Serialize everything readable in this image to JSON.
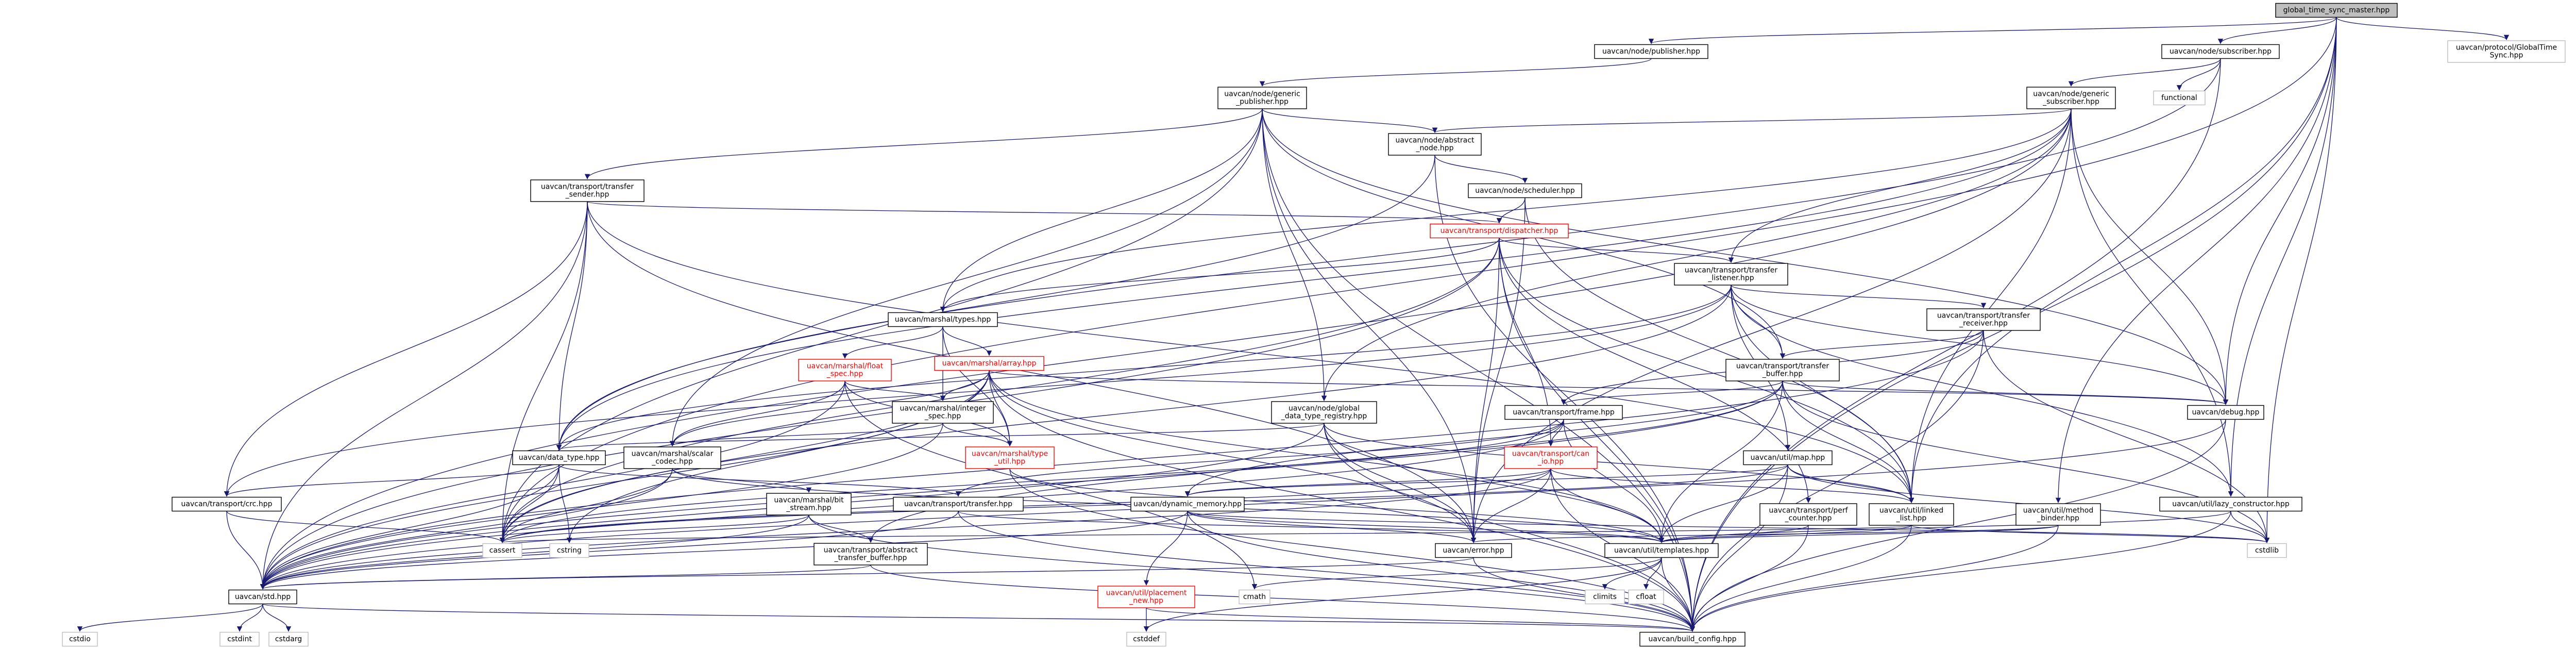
{
  "colors": {
    "edge": "#191970",
    "root_fill": "#bfbfbf",
    "truncated": "#ff0000",
    "library_border": "#bfbfbf"
  },
  "nodes": [
    {
      "id": "root",
      "label": "global_time_sync_master.hpp",
      "kind": "root"
    },
    {
      "id": "publisher",
      "label": "uavcan/node/publisher.hpp",
      "kind": "normal"
    },
    {
      "id": "subscriber",
      "label": "uavcan/node/subscriber.hpp",
      "kind": "normal"
    },
    {
      "id": "globaltimesync",
      "label": "uavcan/protocol/GlobalTime\nSync.hpp",
      "kind": "lib"
    },
    {
      "id": "genpub",
      "label": "uavcan/node/generic\n_publisher.hpp",
      "kind": "normal"
    },
    {
      "id": "functional",
      "label": "functional",
      "kind": "lib"
    },
    {
      "id": "gensub",
      "label": "uavcan/node/generic\n_subscriber.hpp",
      "kind": "normal"
    },
    {
      "id": "absnode",
      "label": "uavcan/node/abstract\n_node.hpp",
      "kind": "normal"
    },
    {
      "id": "tsender",
      "label": "uavcan/transport/transfer\n_sender.hpp",
      "kind": "normal"
    },
    {
      "id": "scheduler",
      "label": "uavcan/node/scheduler.hpp",
      "kind": "normal"
    },
    {
      "id": "dispatcher",
      "label": "uavcan/transport/dispatcher.hpp",
      "kind": "trunc"
    },
    {
      "id": "tlistener",
      "label": "uavcan/transport/transfer\n_listener.hpp",
      "kind": "normal"
    },
    {
      "id": "mtypes",
      "label": "uavcan/marshal/types.hpp",
      "kind": "normal"
    },
    {
      "id": "treceiver",
      "label": "uavcan/transport/transfer\n_receiver.hpp",
      "kind": "normal"
    },
    {
      "id": "mfloat",
      "label": "uavcan/marshal/float\n_spec.hpp",
      "kind": "trunc"
    },
    {
      "id": "marray",
      "label": "uavcan/marshal/array.hpp",
      "kind": "trunc"
    },
    {
      "id": "tbuffer",
      "label": "uavcan/transport/transfer\n_buffer.hpp",
      "kind": "normal"
    },
    {
      "id": "minteger",
      "label": "uavcan/marshal/integer\n_spec.hpp",
      "kind": "normal"
    },
    {
      "id": "gdtr",
      "label": "uavcan/node/global\n_data_type_registry.hpp",
      "kind": "normal"
    },
    {
      "id": "tframe",
      "label": "uavcan/transport/frame.hpp",
      "kind": "normal"
    },
    {
      "id": "debug",
      "label": "uavcan/debug.hpp",
      "kind": "normal"
    },
    {
      "id": "mtypeutil",
      "label": "uavcan/marshal/type\n_util.hpp",
      "kind": "trunc"
    },
    {
      "id": "datatype",
      "label": "uavcan/data_type.hpp",
      "kind": "normal"
    },
    {
      "id": "mscalar",
      "label": "uavcan/marshal/scalar\n_codec.hpp",
      "kind": "normal"
    },
    {
      "id": "tcan",
      "label": "uavcan/transport/can\n_io.hpp",
      "kind": "trunc"
    },
    {
      "id": "umap",
      "label": "uavcan/util/map.hpp",
      "kind": "normal"
    },
    {
      "id": "tcrc",
      "label": "uavcan/transport/crc.hpp",
      "kind": "normal"
    },
    {
      "id": "mbit",
      "label": "uavcan/marshal/bit\n_stream.hpp",
      "kind": "normal"
    },
    {
      "id": "ttransfer",
      "label": "uavcan/transport/transfer.hpp",
      "kind": "normal"
    },
    {
      "id": "dynmem",
      "label": "uavcan/dynamic_memory.hpp",
      "kind": "normal"
    },
    {
      "id": "tperf",
      "label": "uavcan/transport/perf\n_counter.hpp",
      "kind": "normal"
    },
    {
      "id": "linked",
      "label": "uavcan/util/linked\n_list.hpp",
      "kind": "normal"
    },
    {
      "id": "bridge",
      "label": "uavcan/util/method\n_binder.hpp",
      "kind": "normal"
    },
    {
      "id": "lazy",
      "label": "uavcan/util/lazy_constructor.hpp",
      "kind": "normal"
    },
    {
      "id": "tabuf",
      "label": "uavcan/transport/abstract\n_transfer_buffer.hpp",
      "kind": "normal"
    },
    {
      "id": "cassert",
      "label": "cassert",
      "kind": "lib"
    },
    {
      "id": "cstring",
      "label": "cstring",
      "kind": "lib"
    },
    {
      "id": "error",
      "label": "uavcan/error.hpp",
      "kind": "normal"
    },
    {
      "id": "templates",
      "label": "uavcan/util/templates.hpp",
      "kind": "normal"
    },
    {
      "id": "cstdlib",
      "label": "cstdlib",
      "kind": "lib"
    },
    {
      "id": "std",
      "label": "uavcan/std.hpp",
      "kind": "normal"
    },
    {
      "id": "placement",
      "label": "uavcan/util/placement\n_new.hpp",
      "kind": "trunc"
    },
    {
      "id": "cmath",
      "label": "cmath",
      "kind": "lib"
    },
    {
      "id": "climits",
      "label": "climits",
      "kind": "lib"
    },
    {
      "id": "cfloat",
      "label": "cfloat",
      "kind": "lib"
    },
    {
      "id": "cstdio",
      "label": "cstdio",
      "kind": "lib"
    },
    {
      "id": "cstdint",
      "label": "cstdint",
      "kind": "lib"
    },
    {
      "id": "cstdarg",
      "label": "cstdarg",
      "kind": "lib"
    },
    {
      "id": "cstddef",
      "label": "cstddef",
      "kind": "lib"
    },
    {
      "id": "buildcfg",
      "label": "uavcan/build_config.hpp",
      "kind": "normal"
    }
  ],
  "edges": [
    [
      "root",
      "publisher"
    ],
    [
      "root",
      "subscriber"
    ],
    [
      "root",
      "globaltimesync"
    ],
    [
      "root",
      "debug"
    ],
    [
      "root",
      "lazy"
    ],
    [
      "root",
      "bridge"
    ],
    [
      "root",
      "linked"
    ],
    [
      "root",
      "cstdlib"
    ],
    [
      "root",
      "buildcfg"
    ],
    [
      "root",
      "cassert"
    ],
    [
      "publisher",
      "genpub"
    ],
    [
      "subscriber",
      "gensub"
    ],
    [
      "subscriber",
      "functional"
    ],
    [
      "subscriber",
      "buildcfg"
    ],
    [
      "subscriber",
      "datatype"
    ],
    [
      "genpub",
      "absnode"
    ],
    [
      "genpub",
      "tsender"
    ],
    [
      "genpub",
      "mtypes"
    ],
    [
      "genpub",
      "gdtr"
    ],
    [
      "genpub",
      "debug"
    ],
    [
      "genpub",
      "tbuffer"
    ],
    [
      "genpub",
      "error"
    ],
    [
      "genpub",
      "mscalar"
    ],
    [
      "genpub",
      "cassert"
    ],
    [
      "genpub",
      "buildcfg"
    ],
    [
      "gensub",
      "absnode"
    ],
    [
      "gensub",
      "tlistener"
    ],
    [
      "gensub",
      "mtypes"
    ],
    [
      "gensub",
      "gdtr"
    ],
    [
      "gensub",
      "debug"
    ],
    [
      "gensub",
      "linked"
    ],
    [
      "gensub",
      "lazy"
    ],
    [
      "gensub",
      "error"
    ],
    [
      "gensub",
      "datatype"
    ],
    [
      "gensub",
      "std"
    ],
    [
      "absnode",
      "scheduler"
    ],
    [
      "absnode",
      "datatype"
    ],
    [
      "absnode",
      "buildcfg"
    ],
    [
      "tsender",
      "dispatcher"
    ],
    [
      "tsender",
      "tcrc"
    ],
    [
      "tsender",
      "datatype"
    ],
    [
      "tsender",
      "cassert"
    ],
    [
      "tsender",
      "std"
    ],
    [
      "tsender",
      "linked"
    ],
    [
      "tsender",
      "error"
    ],
    [
      "scheduler",
      "dispatcher"
    ],
    [
      "scheduler",
      "linked"
    ],
    [
      "scheduler",
      "error"
    ],
    [
      "dispatcher",
      "tlistener"
    ],
    [
      "dispatcher",
      "tcan"
    ],
    [
      "dispatcher",
      "tperf"
    ],
    [
      "dispatcher",
      "linked"
    ],
    [
      "dispatcher",
      "error"
    ],
    [
      "dispatcher",
      "std"
    ],
    [
      "dispatcher",
      "cassert"
    ],
    [
      "dispatcher",
      "buildcfg"
    ],
    [
      "dispatcher",
      "mtypes"
    ],
    [
      "tlistener",
      "treceiver"
    ],
    [
      "tlistener",
      "tbuffer"
    ],
    [
      "tlistener",
      "tcrc"
    ],
    [
      "tlistener",
      "umap"
    ],
    [
      "tlistener",
      "debug"
    ],
    [
      "tlistener",
      "linked"
    ],
    [
      "tlistener",
      "lazy"
    ],
    [
      "tlistener",
      "cassert"
    ],
    [
      "tlistener",
      "datatype"
    ],
    [
      "mtypes",
      "mfloat"
    ],
    [
      "mtypes",
      "marray"
    ],
    [
      "mtypes",
      "minteger"
    ],
    [
      "mtypes",
      "mtypeutil"
    ],
    [
      "treceiver",
      "tframe"
    ],
    [
      "treceiver",
      "tbuffer"
    ],
    [
      "treceiver",
      "buildcfg"
    ],
    [
      "treceiver",
      "std"
    ],
    [
      "treceiver",
      "cstdlib"
    ],
    [
      "mfloat",
      "minteger"
    ],
    [
      "mfloat",
      "mtypeutil"
    ],
    [
      "mfloat",
      "mscalar"
    ],
    [
      "mfloat",
      "cmath"
    ],
    [
      "mfloat",
      "std"
    ],
    [
      "marray",
      "minteger"
    ],
    [
      "marray",
      "mtypeutil"
    ],
    [
      "marray",
      "mscalar"
    ],
    [
      "marray",
      "std"
    ],
    [
      "marray",
      "debug"
    ],
    [
      "marray",
      "templates"
    ],
    [
      "marray",
      "error"
    ],
    [
      "marray",
      "cstring"
    ],
    [
      "marray",
      "cassert"
    ],
    [
      "marray",
      "buildcfg"
    ],
    [
      "tbuffer",
      "tframe"
    ],
    [
      "tbuffer",
      "debug"
    ],
    [
      "tbuffer",
      "linked"
    ],
    [
      "tbuffer",
      "dynmem"
    ],
    [
      "tbuffer",
      "tabuf"
    ],
    [
      "tbuffer",
      "templates"
    ],
    [
      "tbuffer",
      "std"
    ],
    [
      "tbuffer",
      "cstdlib"
    ],
    [
      "minteger",
      "mscalar"
    ],
    [
      "minteger",
      "mtypeutil"
    ],
    [
      "minteger",
      "std"
    ],
    [
      "gdtr",
      "datatype"
    ],
    [
      "gdtr",
      "linked"
    ],
    [
      "gdtr",
      "templates"
    ],
    [
      "gdtr",
      "error"
    ],
    [
      "gdtr",
      "std"
    ],
    [
      "gdtr",
      "buildcfg"
    ],
    [
      "tframe",
      "tcan"
    ],
    [
      "tframe",
      "ttransfer"
    ],
    [
      "tframe",
      "templates"
    ],
    [
      "tframe",
      "cassert"
    ],
    [
      "tframe",
      "std"
    ],
    [
      "debug",
      "std"
    ],
    [
      "debug",
      "buildcfg"
    ],
    [
      "mtypeutil",
      "templates"
    ],
    [
      "mtypeutil",
      "buildcfg"
    ],
    [
      "datatype",
      "tcrc"
    ],
    [
      "datatype",
      "ttransfer"
    ],
    [
      "datatype",
      "std"
    ],
    [
      "datatype",
      "cassert"
    ],
    [
      "datatype",
      "cstring"
    ],
    [
      "mscalar",
      "mbit"
    ],
    [
      "mscalar",
      "templates"
    ],
    [
      "mscalar",
      "std"
    ],
    [
      "mscalar",
      "cassert"
    ],
    [
      "tcan",
      "linked"
    ],
    [
      "tcan",
      "dynmem"
    ],
    [
      "tcan",
      "templates"
    ],
    [
      "tcan",
      "error"
    ],
    [
      "tcan",
      "std"
    ],
    [
      "tcan",
      "cassert"
    ],
    [
      "tcan",
      "buildcfg"
    ],
    [
      "umap",
      "linked"
    ],
    [
      "umap",
      "dynmem"
    ],
    [
      "umap",
      "templates"
    ],
    [
      "umap",
      "cassert"
    ],
    [
      "umap",
      "cstdlib"
    ],
    [
      "umap",
      "buildcfg"
    ],
    [
      "tcrc",
      "std"
    ],
    [
      "tcrc",
      "cassert"
    ],
    [
      "mbit",
      "tabuf"
    ],
    [
      "mbit",
      "std"
    ],
    [
      "mbit",
      "cassert"
    ],
    [
      "mbit",
      "buildcfg"
    ],
    [
      "ttransfer",
      "templates"
    ],
    [
      "ttransfer",
      "std"
    ],
    [
      "ttransfer",
      "buildcfg"
    ],
    [
      "dynmem",
      "placement"
    ],
    [
      "dynmem",
      "templates"
    ],
    [
      "dynmem",
      "error"
    ],
    [
      "dynmem",
      "std"
    ],
    [
      "dynmem",
      "cstdlib"
    ],
    [
      "dynmem",
      "buildcfg"
    ],
    [
      "tperf",
      "templates"
    ],
    [
      "tperf",
      "buildcfg"
    ],
    [
      "linked",
      "templates"
    ],
    [
      "linked",
      "cassert"
    ],
    [
      "linked",
      "cstdlib"
    ],
    [
      "linked",
      "buildcfg"
    ],
    [
      "bridge",
      "templates"
    ],
    [
      "bridge",
      "error"
    ],
    [
      "bridge",
      "buildcfg"
    ],
    [
      "lazy",
      "templates"
    ],
    [
      "lazy",
      "cstdlib"
    ],
    [
      "lazy",
      "buildcfg"
    ],
    [
      "tabuf",
      "std"
    ],
    [
      "tabuf",
      "buildcfg"
    ],
    [
      "error",
      "std"
    ],
    [
      "error",
      "buildcfg"
    ],
    [
      "templates",
      "cmath"
    ],
    [
      "templates",
      "climits"
    ],
    [
      "templates",
      "cfloat"
    ],
    [
      "templates",
      "cstddef"
    ],
    [
      "templates",
      "buildcfg"
    ],
    [
      "std",
      "cstdio"
    ],
    [
      "std",
      "cstdint"
    ],
    [
      "std",
      "cstdarg"
    ],
    [
      "std",
      "buildcfg"
    ],
    [
      "placement",
      "cstddef"
    ],
    [
      "placement",
      "buildcfg"
    ]
  ]
}
